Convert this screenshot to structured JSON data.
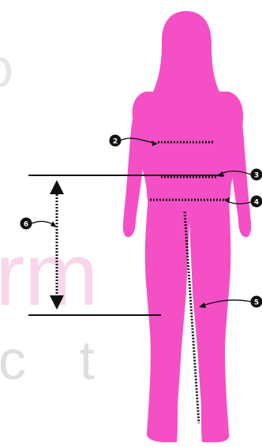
{
  "colors": {
    "figure": "#f54fc6",
    "watermark_pink": "#f9d6ea",
    "watermark_gray": "#dedede",
    "line": "#111111",
    "marker": "#111111",
    "background": "#ffffff"
  },
  "watermark": {
    "line1": "rm",
    "line2": "c t",
    "partial_char": "o"
  },
  "markers": [
    {
      "label": "2",
      "measurement": "bust"
    },
    {
      "label": "3",
      "measurement": "natural-waist"
    },
    {
      "label": "4",
      "measurement": "hip"
    },
    {
      "label": "5",
      "measurement": "inseam"
    },
    {
      "label": "6",
      "measurement": "length"
    }
  ]
}
